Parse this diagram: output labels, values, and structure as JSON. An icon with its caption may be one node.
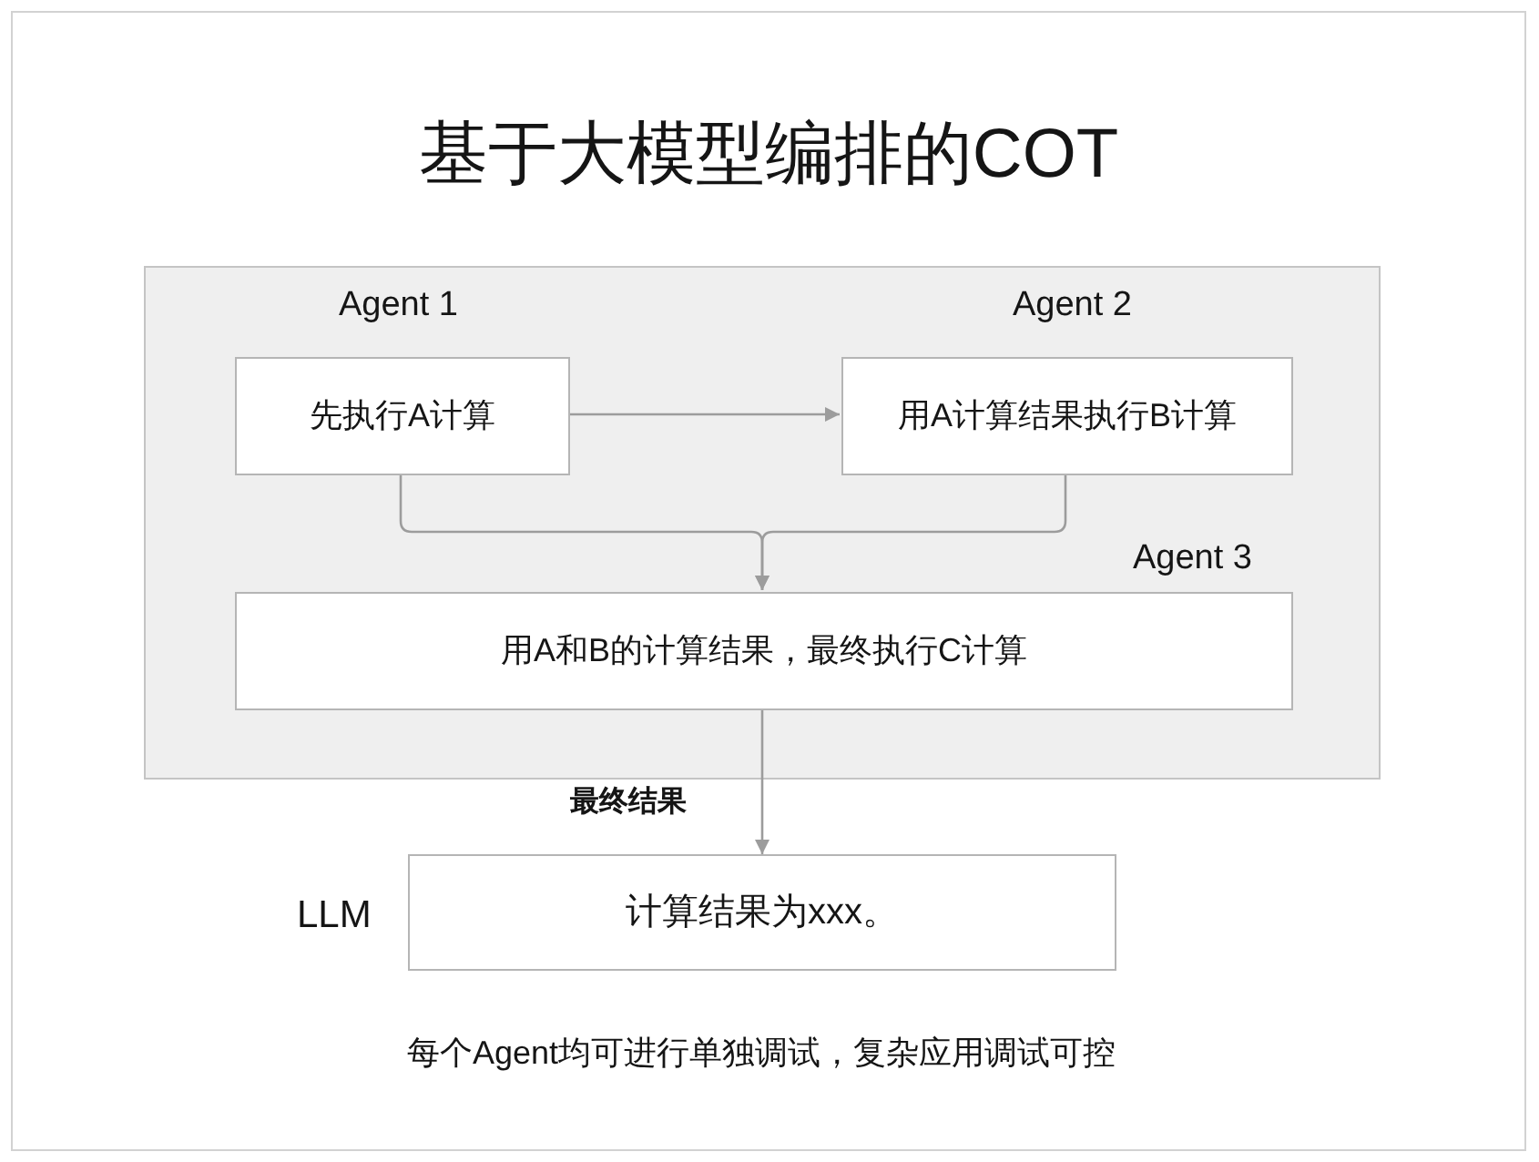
{
  "diagram": {
    "title": "基于大模型编排的COT",
    "nodes": [
      {
        "text": [],
        "shape": "box"
      },
      {
        "text": [
          "先执行A计算"
        ],
        "in": 0,
        "beside": [
          "Agent 1"
        ]
      },
      {
        "text": [
          "用A计算结果执行B计算"
        ],
        "in": 0,
        "beside": [
          "Agent 2"
        ]
      },
      {
        "text": [
          "用A和B的计算结果，最终执行C计算"
        ],
        "in": 0,
        "beside": [
          "Agent 3"
        ]
      },
      {
        "text": [
          "计算结果为xxx。"
        ],
        "beside": [
          "LLM"
        ]
      }
    ],
    "edges": [
      {
        "from": 1,
        "to": 2,
        "arrow": "to"
      },
      {
        "from": 1,
        "to": 3,
        "arrow": "to"
      },
      {
        "from": 2,
        "to": 3,
        "arrow": "to"
      },
      {
        "from": 3,
        "to": 4,
        "arrow": "to",
        "label": "最终结果"
      }
    ],
    "caption": "每个Agent均可进行单独调试，复杂应用调试可控"
  }
}
